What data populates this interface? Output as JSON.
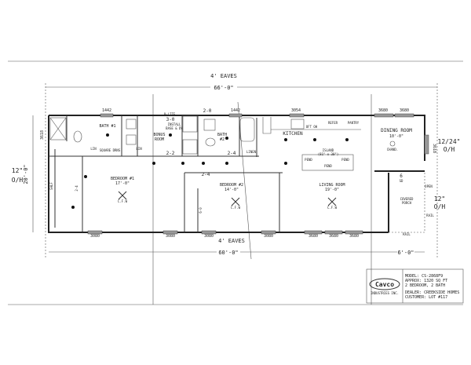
{
  "dimensions": {
    "top_eaves": "4' EAVES",
    "overall_length": "66'-0\"",
    "width": "20'-0\"",
    "left_overhang": "12\"",
    "left_overhang_2": "O/H",
    "bottom_eaves": "4' EAVES",
    "body_length": "60'-0\"",
    "porch_length": "6'-0\"",
    "right_overhang_1": "12/24\"",
    "right_overhang_1b": "O/H",
    "right_overhang_2": "12\"",
    "right_overhang_2b": "O/H",
    "end_window": "3618",
    "dining_window": "3618"
  },
  "windows_top": [
    "1442",
    "1442",
    "3054",
    "3680",
    "3680"
  ],
  "windows_bottom": [
    "3080",
    "3080",
    "3080",
    "3080",
    "3680",
    "3680",
    "3680"
  ],
  "rooms": {
    "bath1": "BATH #1",
    "bonus": "BONUS",
    "bonus2": "ROOM",
    "bath2": "BATH",
    "bath2b": "#2",
    "kitchen": "KITCHEN",
    "dining": "DINING ROOM",
    "dining_size": "10'-0\"",
    "bedroom1": "BEDROOM #1",
    "bedroom1_size": "17'-0\"",
    "bedroom2": "BEDROOM #2",
    "bedroom2_size": "14'-0\"",
    "living": "LIVING ROOM",
    "living_size": "19'-0\"",
    "porch": "COVERED",
    "porch2": "PORCH"
  },
  "fixtures": {
    "lin1": "LIN",
    "lin2": "LIN",
    "linen": "LINEN",
    "square_drns": "SQUARE DRNS",
    "nine_lite": "9-LITE",
    "door_3_0": "3-0",
    "door_2_0": "2-0",
    "door_2_2": "2-2",
    "door_2_4a": "2-4",
    "door_2_4b": "2-4",
    "door_2_4c": "2-4",
    "install": "INSTALL",
    "wd": "BASE & DV",
    "refer": "REFER",
    "pantry": "PANTRY",
    "oft_oh": "OFT OH",
    "island": "ISLAND",
    "island_size": "(81\" x 30\")",
    "pend1": "PEND",
    "pend2": "PEND",
    "pend3": "PEND",
    "chand": "CHAND.",
    "fan1": "C.F.W",
    "fan2": "C.F.W",
    "fan3": "C.F.W",
    "closet": "6-0",
    "sd": "SD",
    "bbb": "6",
    "opening": "OPEN",
    "rail": "RAIL",
    "rail2": "RAIL",
    "shelf": "SHLF"
  },
  "title_block": {
    "logo": "Cavco",
    "logo_sub": "INDUSTRIES INC.",
    "model": "MODEL: CS-2868F9",
    "approx": "APPROX: 1320 SQ FT",
    "beds": "2 BEDROOM, 2 BATH",
    "dealer": "DEALER: CREEKSIDE HOMES",
    "customer": "CUSTOMER: LOT #117"
  }
}
